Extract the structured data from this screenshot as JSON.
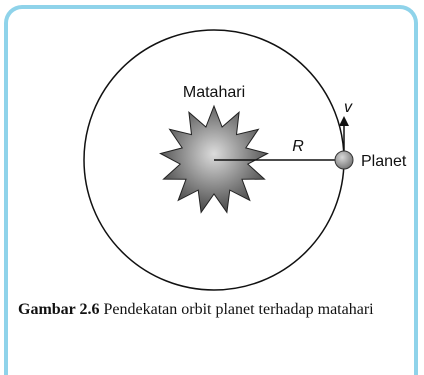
{
  "figure": {
    "labels": {
      "sun": "Matahari",
      "radius": "R",
      "velocity": "v",
      "planet": "Planet"
    },
    "caption": {
      "label": "Gambar 2.6",
      "text": "Pendekatan orbit planet terhadap matahari"
    },
    "colors": {
      "frame_border": "#8fd3ea",
      "sun_light": "#dcdcdc",
      "sun_dark": "#4a4a4a",
      "planet_fill": "#9a9a9a",
      "line": "#111111"
    }
  }
}
